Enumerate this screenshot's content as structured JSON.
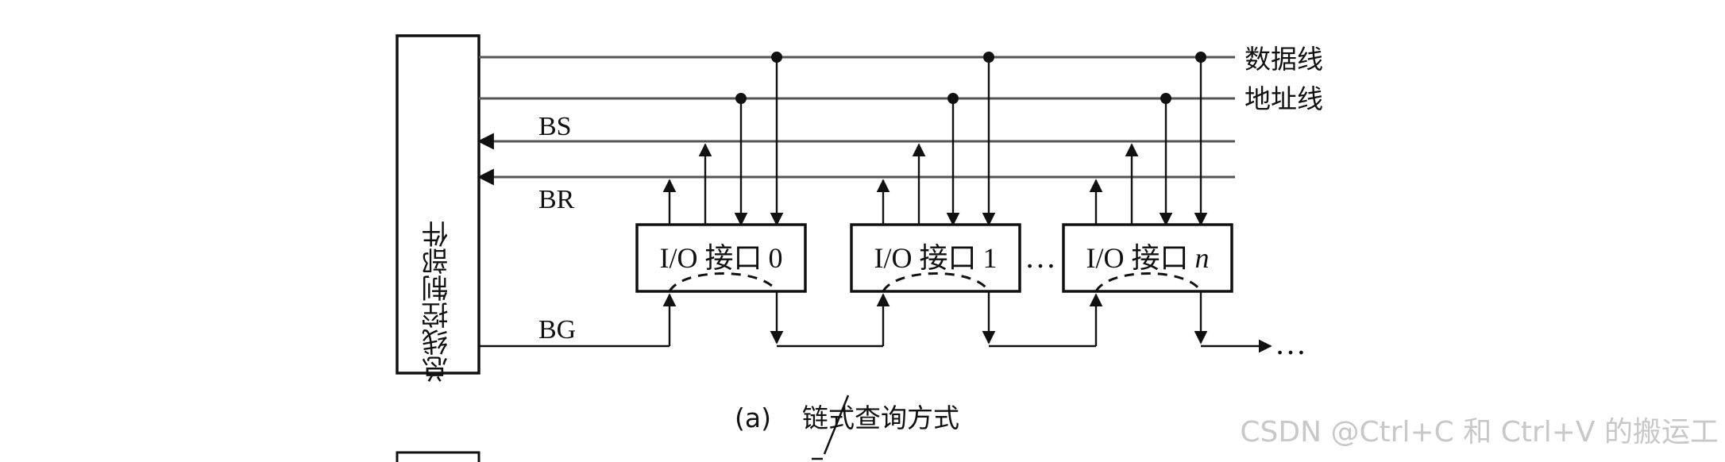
{
  "controller": {
    "label": "总线控制部件"
  },
  "buses": {
    "data_line": "数据线",
    "address_line": "地址线",
    "bs": "BS",
    "br": "BR",
    "bg": "BG"
  },
  "interfaces": [
    {
      "prefix": "I/O 接口",
      "index": "0"
    },
    {
      "prefix": "I/O 接口",
      "index": "1"
    },
    {
      "prefix": "I/O 接口",
      "index": "n"
    }
  ],
  "ellipsis_between": "…",
  "ellipsis_end": "…",
  "caption": {
    "tag": "(a)",
    "text": "链式查询方式"
  },
  "watermark": "CSDN @Ctrl+C 和 Ctrl+V 的搬运工"
}
